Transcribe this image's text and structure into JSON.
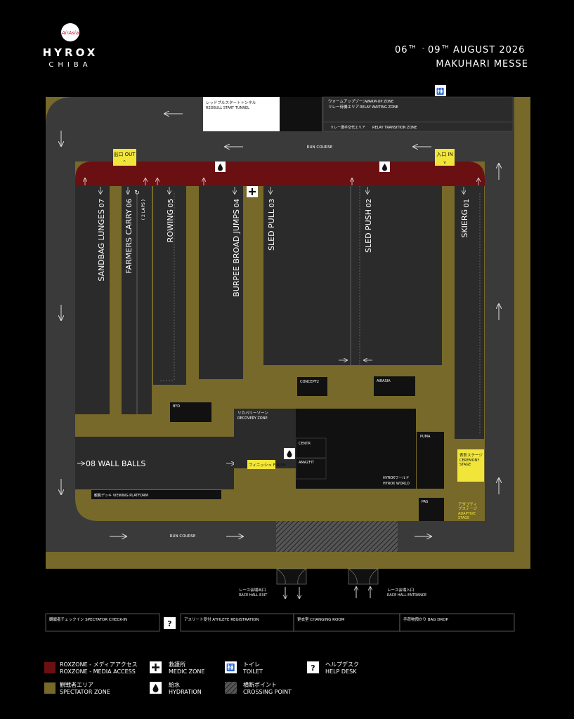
{
  "brand": {
    "airline": "AirAsia",
    "name": "HYROX",
    "city": "CHIBA"
  },
  "event": {
    "dates_prefix": "06",
    "th1": "TH",
    "dash": "-",
    "dates_mid": "09",
    "th2": "TH",
    "dates_suffix": "AUGUST 2026",
    "venue": "MAKUHARI MESSE"
  },
  "colors": {
    "roxzone": "#6b1012",
    "spectator": "#77692a",
    "track": "#3a3a3a",
    "block": "#2b2b2b",
    "highlight": "#f1e53a",
    "bg": "#000000"
  },
  "zones": {
    "start_tunnel_jp": "レッドブルスタートトンネル",
    "start_tunnel_en": "REDBULL START TUNNEL",
    "warmup_jp": "ウォームアップゾーン",
    "warmup_en": "WARM-UP ZONE",
    "relay_wait_jp": "リレー待機エリア",
    "relay_wait_en": "RELAY WAITING ZONE",
    "relay_transition_jp": "リレー選手交代エリア",
    "relay_transition_en": "RELAY TRANSITION ZONE",
    "run_course_top": "RUN COURSE",
    "run_course_bottom": "RUN COURSE",
    "exit_jp": "出口",
    "exit_en": "OUT",
    "entry_jp": "入口",
    "entry_en": "IN",
    "recovery_jp": "リカバリーゾーン",
    "recovery_en": "RECOVERY ZONE",
    "finish_jp": "フィニッシュ",
    "finish_en": "FINISH",
    "viewing_jp": "観覧デッキ",
    "viewing_en": "VIEWING PLATFORM",
    "ceremony_jp": "表彰ステージ",
    "ceremony_en": "CEREMONY STAGE",
    "adaptive_jp": "アダプティブステージ",
    "adaptive_en": "ADAPTIVE STAGE",
    "hyrox_world_jp": "HYROXワールド",
    "hyrox_world_en": "HYROX WORLD",
    "hall_exit_jp": "レース会場出口",
    "hall_exit_en": "RACE HALL EXIT",
    "hall_entrance_jp": "レース会場入口",
    "hall_entrance_en": "RACE HALL ENTRANCE"
  },
  "sponsors": {
    "concept2": "CONCEPT2",
    "airasia": "AIRASIA",
    "byd": "BYD",
    "centr": "CENTR",
    "amazfit": "AMAZFIT",
    "puma": "PUMA",
    "pas": "PAS"
  },
  "stations": [
    {
      "num": "01",
      "name": "SKIERG"
    },
    {
      "num": "02",
      "name": "SLED PUSH"
    },
    {
      "num": "03",
      "name": "SLED PULL"
    },
    {
      "num": "04",
      "name": "BURPEE BROAD JUMPS"
    },
    {
      "num": "05",
      "name": "ROWING"
    },
    {
      "num": "06",
      "name": "FARMERS CARRY"
    },
    {
      "num": "07",
      "name": "SANDBAG LUNGES"
    },
    {
      "num": "08",
      "name": "WALL BALLS"
    }
  ],
  "laps_note": "( 2 LAPS )",
  "services": [
    {
      "jp": "観戦者チェックイン",
      "en": "SPECTATOR CHECK-IN"
    },
    {
      "jp": "アスリート受付",
      "en": "ATHLETE REGISTRATION"
    },
    {
      "jp": "更衣室",
      "en": "CHANGING ROOM"
    },
    {
      "jp": "手荷物預かり",
      "en": "BAG DROP"
    }
  ],
  "help_symbol": "?",
  "legend": [
    {
      "jp": "ROXZONE - メディアアクセス",
      "en": "ROXZONE - MEDIA ACCESS",
      "icon": "roxzone-swatch"
    },
    {
      "jp": "救護所",
      "en": "MEDIC ZONE",
      "icon": "medic-icon"
    },
    {
      "jp": "トイレ",
      "en": "TOILET",
      "icon": "toilet-icon"
    },
    {
      "jp": "ヘルプデスク",
      "en": "HELP DESK",
      "icon": "help-icon"
    },
    {
      "jp": "観戦者エリア",
      "en": "SPECTATOR ZONE",
      "icon": "spectator-swatch"
    },
    {
      "jp": "給水",
      "en": "HYDRATION",
      "icon": "hydration-icon"
    },
    {
      "jp": "横断ポイント",
      "en": "CROSSING POINT",
      "icon": "crossing-icon"
    }
  ]
}
